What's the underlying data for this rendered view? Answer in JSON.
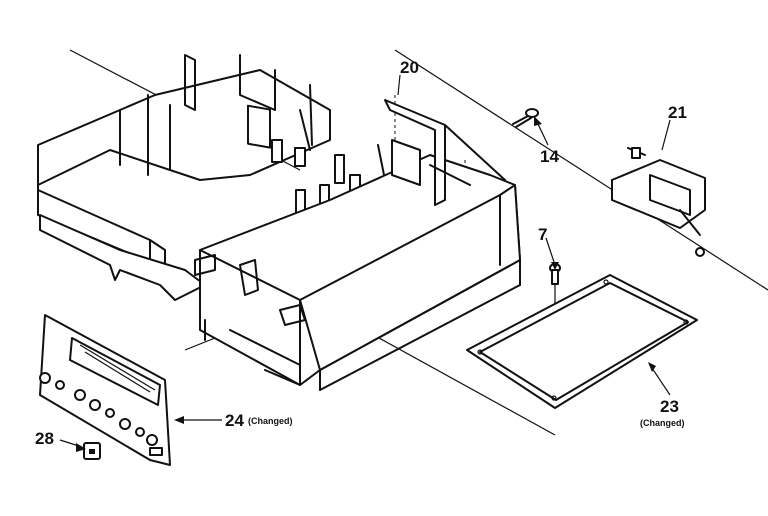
{
  "callouts": {
    "c20": "20",
    "c21": "21",
    "c14": "14",
    "c7": "7",
    "c23": "23",
    "c23_note": "(Changed)",
    "c24": "24",
    "c24_note": "(Changed)",
    "c28": "28"
  }
}
